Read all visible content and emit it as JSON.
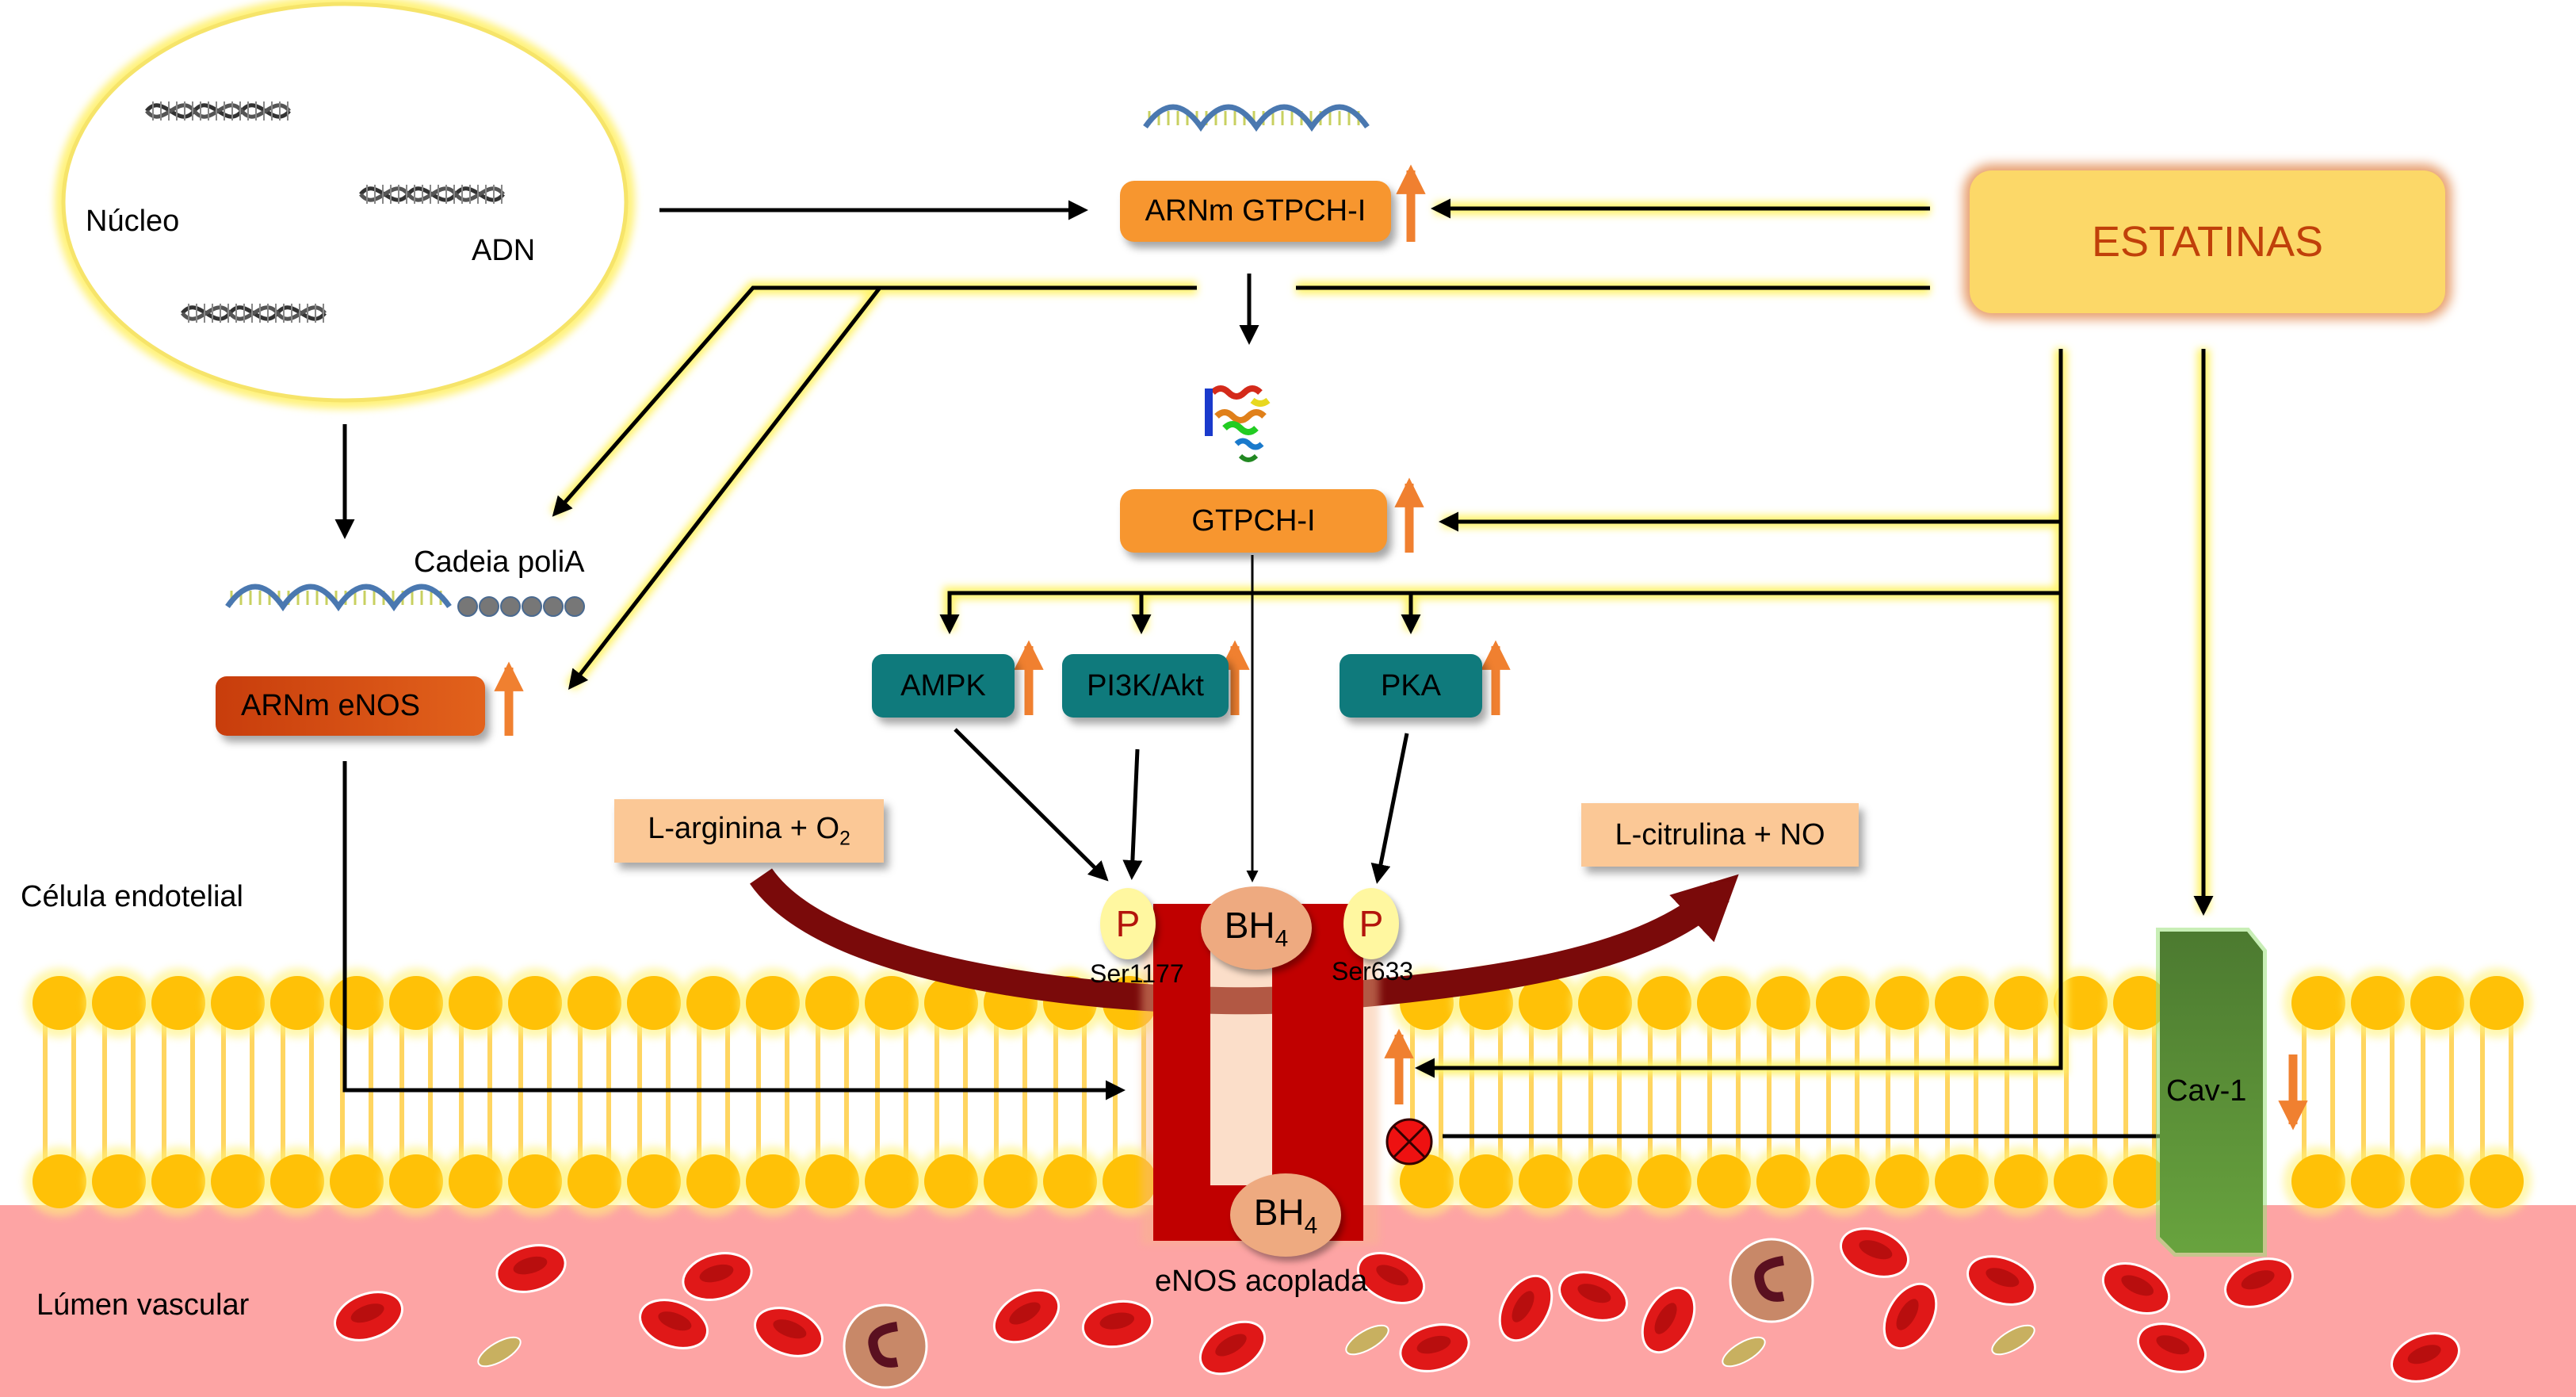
{
  "diagram": {
    "title": "Statin effects on eNOS pathway in endothelial cell",
    "regions": {
      "nucleus": "Núcleo",
      "dna": "ADN",
      "endothelial_cell": "Célula endotelial",
      "vascular_lumen": "Lúmen vascular"
    },
    "nodes": {
      "statins": "ESTATINAS",
      "mrna_gtpch": "ARNm GTPCH-I",
      "gtpch": "GTPCH-I",
      "polya_tail": "Cadeia poliA",
      "mrna_enos": "ARNm eNOS",
      "ampk": "AMPK",
      "pi3k_akt": "PI3K/Akt",
      "pka": "PKA",
      "substrate": "L-arginina + O",
      "substrate_subscript": "2",
      "product": "L-citrulina + NO",
      "phospho_left": "P",
      "phospho_right": "P",
      "ser1177": "Ser1177",
      "ser633": "Ser633",
      "bh4_top": "BH",
      "bh4_bottom": "BH",
      "bh4_subscript": "4",
      "enos_coupled": "eNOS acoplada",
      "cav1": "Cav-1"
    },
    "regulation": {
      "mrna_gtpch": "up",
      "gtpch": "up",
      "mrna_enos": "up",
      "ampk": "up",
      "pi3k_akt": "up",
      "pka": "up",
      "enos_membrane": "up",
      "cav1": "down"
    },
    "colors": {
      "orange_box": "#f7962f",
      "teal_box": "#0f7a7c",
      "statins_box": "#fcd868",
      "statins_text": "#c0400a",
      "up_arrow": "#f08030",
      "enos": "#c00000",
      "cav1": "#4f8a34",
      "lipid_head": "#ffc107",
      "lumen": "#fda4a4"
    }
  }
}
